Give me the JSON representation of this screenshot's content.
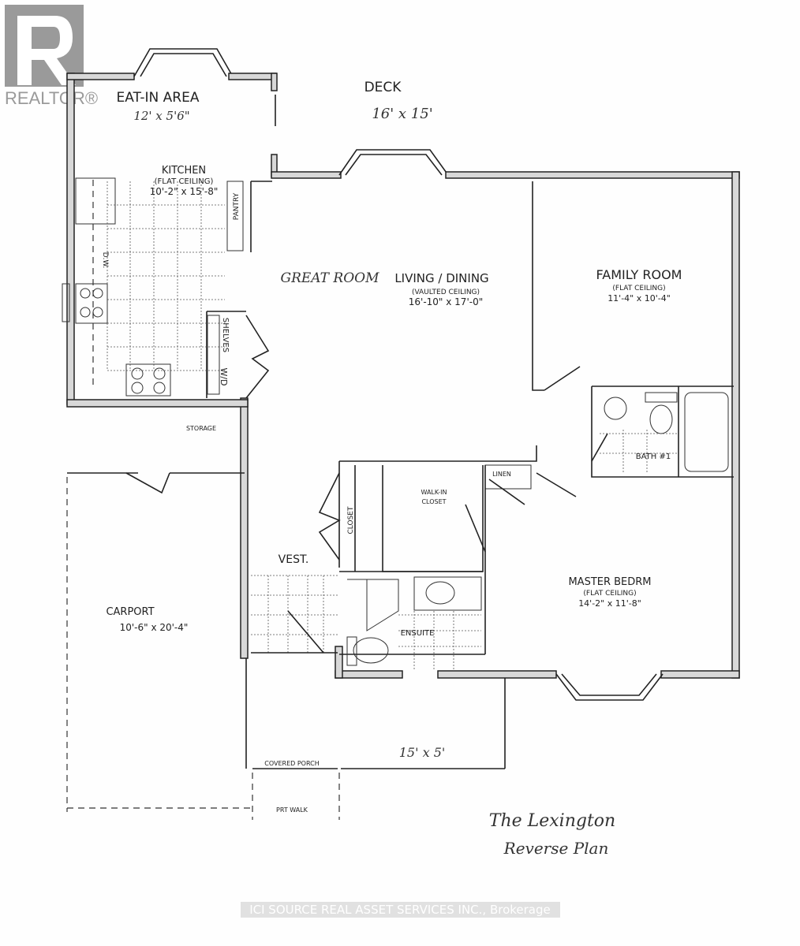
{
  "logo": {
    "brand": "REALTOR®"
  },
  "rooms": {
    "eat_in": {
      "name": "EAT-IN AREA",
      "size": "12' x 5'6\""
    },
    "deck": {
      "name": "DECK",
      "size": "16' x 15'"
    },
    "kitchen": {
      "name": "KITCHEN",
      "ceiling": "(FLAT CEILING)",
      "size": "10'-2\" x 15'-8\""
    },
    "pantry": {
      "name": "PANTRY"
    },
    "dishwasher": {
      "name": "D.W."
    },
    "great_room": {
      "name": "GREAT ROOM",
      "subname": "LIVING / DINING",
      "ceiling": "(VAULTED CEILING)",
      "size": "16'-10\" x 17'-0\""
    },
    "family_room": {
      "name": "FAMILY ROOM",
      "ceiling": "(FLAT CEILING)",
      "size": "11'-4\" x 10'-4\""
    },
    "shelves": {
      "name": "SHELVES"
    },
    "wd": {
      "name": "W/D"
    },
    "storage": {
      "name": "STORAGE"
    },
    "bath1": {
      "name": "BATH #1"
    },
    "linen": {
      "name": "LINEN"
    },
    "walk_in": {
      "name": "WALK-IN",
      "name2": "CLOSET"
    },
    "closet": {
      "name": "CLOSET"
    },
    "vest": {
      "name": "VEST."
    },
    "master": {
      "name": "MASTER BEDRM",
      "ceiling": "(FLAT CEILING)",
      "size": "14'-2\" x 11'-8\""
    },
    "ensuite": {
      "name": "ENSUITE"
    },
    "carport": {
      "name": "CARPORT",
      "size": "10'-6\" x 20'-4\""
    },
    "porch": {
      "name": "COVERED PORCH",
      "size": "15' x 5'"
    },
    "walk": {
      "name": "PRT WALK"
    }
  },
  "plan_title": {
    "line1": "The Lexington",
    "line2": "Reverse Plan"
  },
  "watermark": "ICI SOURCE REAL ASSET SERVICES INC., Brokerage"
}
